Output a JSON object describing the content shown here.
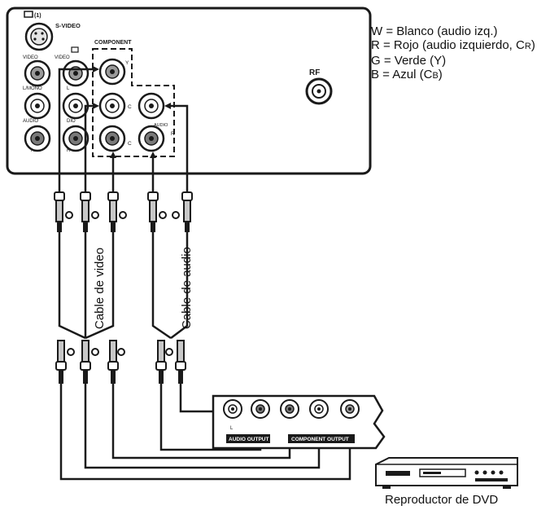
{
  "tv_panel": {
    "svideo_label": "S-VIDEO",
    "input_number": "(1)",
    "component_label": "COMPONENT",
    "video_label_1": "VIDEO",
    "video_label_2": "VIDEO",
    "lmono_label": "L/MONO",
    "audio_label": "AUDIO",
    "r_label": "R",
    "l_label": "L",
    "dio_label": "DIO",
    "r_label_2": "R",
    "y_label": "Y",
    "cb_label": "C",
    "cr_label": "C",
    "audio_label_2": "AUDIO",
    "r_label_3": "R",
    "rf_label": "RF"
  },
  "legend": {
    "w_line": "W = Blanco (audio izq.)",
    "r_line_main": "R = Rojo (audio izquierdo, C",
    "r_line_sub": "R",
    "r_line_end": ")",
    "g_line": "G = Verde (Y)",
    "b_line_main": "B = Azul (C",
    "b_line_sub": "B",
    "b_line_end": ")"
  },
  "cables": {
    "video_cable_label": "Cable de video",
    "audio_cable_label": "Cable de audio"
  },
  "dvd_panel": {
    "audio_output_label": "AUDIO OUTPUT",
    "component_output_label": "COMPONENT OUTPUT",
    "l_label": "L"
  },
  "dvd_player": {
    "caption": "Reproductor de DVD"
  },
  "colors": {
    "line": "#1a1a1a",
    "background": "#ffffff"
  }
}
